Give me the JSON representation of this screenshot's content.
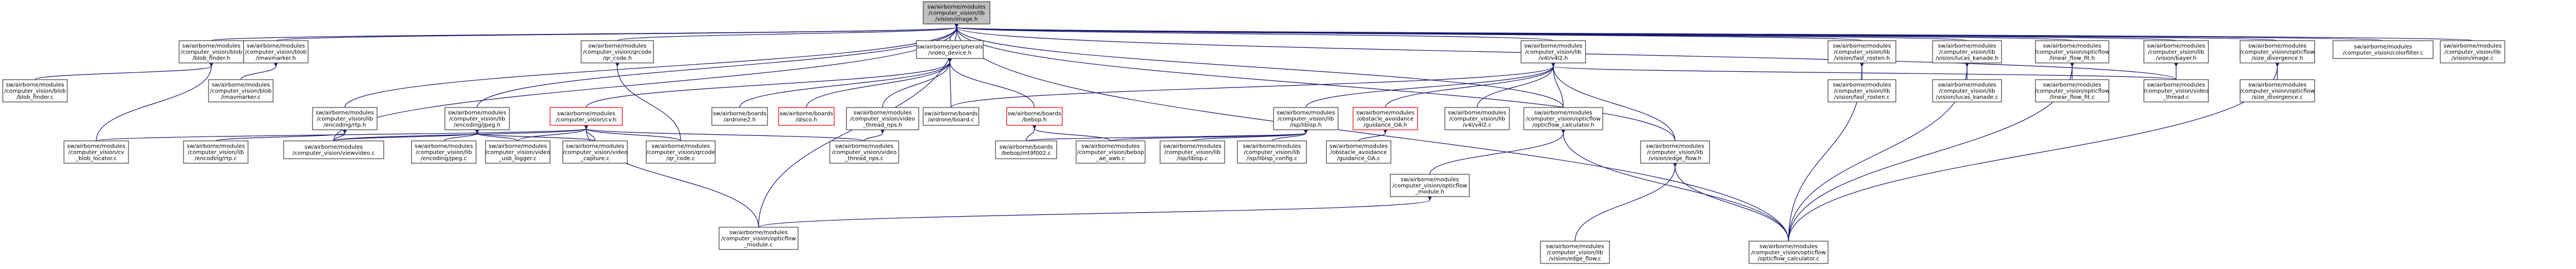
{
  "graph": {
    "nodes": [
      {
        "id": "root",
        "lines": [
          "sw/airborne/modules",
          "/computer_vision/lib",
          "/vision/image.h"
        ],
        "style": "root"
      },
      {
        "id": "blob_finder_h",
        "lines": [
          "sw/airborne/modules",
          "/computer_vision/blob",
          "/blob_finder.h"
        ]
      },
      {
        "id": "imavmarker_h",
        "lines": [
          "sw/airborne/modules",
          "/computer_vision/blob",
          "/imavmarker.h"
        ]
      },
      {
        "id": "qr_code_h",
        "lines": [
          "sw/airborne/modules",
          "/computer_vision/qrcode",
          "/qr_code.h"
        ]
      },
      {
        "id": "video_device_h",
        "lines": [
          "sw/airborne/peripherals",
          "/video_device.h"
        ]
      },
      {
        "id": "v4l2_h",
        "lines": [
          "sw/airborne/modules",
          "/computer_vision/lib",
          "/v4l/v4l2.h"
        ]
      },
      {
        "id": "fast_rosten_h",
        "lines": [
          "sw/airborne/modules",
          "/computer_vision/lib",
          "/vision/fast_rosten.h"
        ]
      },
      {
        "id": "lucas_kanade_h",
        "lines": [
          "sw/airborne/modules",
          "/computer_vision/lib",
          "/vision/lucas_kanade.h"
        ]
      },
      {
        "id": "linear_flow_fit_h",
        "lines": [
          "sw/airborne/modules",
          "/computer_vision/opticflow",
          "/linear_flow_fit.h"
        ]
      },
      {
        "id": "bayer_h",
        "lines": [
          "sw/airborne/modules",
          "/computer_vision/lib",
          "/vision/bayer.h"
        ]
      },
      {
        "id": "size_divergence_h",
        "lines": [
          "sw/airborne/modules",
          "/computer_vision/opticflow",
          "/size_divergence.h"
        ]
      },
      {
        "id": "colorfilter_c",
        "lines": [
          "sw/airborne/modules",
          "/computer_vision/colorfilter.c"
        ]
      },
      {
        "id": "image_c",
        "lines": [
          "sw/airborne/modules",
          "/computer_vision/lib",
          "/vision/image.c"
        ]
      },
      {
        "id": "blob_finder_c",
        "lines": [
          "sw/airborne/modules",
          "/computer_vision/blob",
          "/blob_finder.c"
        ]
      },
      {
        "id": "imavmarker_c",
        "lines": [
          "sw/airborne/modules",
          "/computer_vision/blob",
          "/imavmarker.c"
        ]
      },
      {
        "id": "rtp_h",
        "lines": [
          "sw/airborne/modules",
          "/computer_vision/lib",
          "/encoding/rtp.h"
        ]
      },
      {
        "id": "jpeg_h",
        "lines": [
          "sw/airborne/modules",
          "/computer_vision/lib",
          "/encoding/jpeg.h"
        ]
      },
      {
        "id": "cv_h",
        "lines": [
          "sw/airborne/modules",
          "/computer_vision/cv.h"
        ],
        "style": "red"
      },
      {
        "id": "ardrone2_h",
        "lines": [
          "sw/airborne/boards",
          "/ardrone2.h"
        ]
      },
      {
        "id": "disco_h",
        "lines": [
          "sw/airborne/boards",
          "/disco.h"
        ],
        "style": "red"
      },
      {
        "id": "video_thread_nps_h",
        "lines": [
          "sw/airborne/modules",
          "/computer_vision/video",
          "_thread_nps.h"
        ]
      },
      {
        "id": "board_h",
        "lines": [
          "sw/airborne/boards",
          "/ardrone/board.c"
        ]
      },
      {
        "id": "bebop_h",
        "lines": [
          "sw/airborne/boards",
          "/bebop.h"
        ],
        "style": "red"
      },
      {
        "id": "isp_h",
        "lines": [
          "sw/airborne/modules",
          "/computer_vision/lib",
          "/isp/libisp.h"
        ]
      },
      {
        "id": "obstacle_h",
        "lines": [
          "sw/airborne/modules",
          "/obstacle_avoidance",
          "/guidance_OA.h"
        ],
        "style": "red"
      },
      {
        "id": "v4l2_c",
        "lines": [
          "sw/airborne/modules",
          "/computer_vision/lib",
          "/v4l/v4l2.c"
        ]
      },
      {
        "id": "opticflow_calc_h",
        "lines": [
          "sw/airborne/modules",
          "/computer_vision/opticflow",
          "/opticflow_calculator.h"
        ]
      },
      {
        "id": "fast_rosten_c",
        "lines": [
          "sw/airborne/modules",
          "/computer_vision/lib",
          "/vision/fast_rosten.c"
        ]
      },
      {
        "id": "lucas_kanade_c",
        "lines": [
          "sw/airborne/modules",
          "/computer_vision/lib",
          "/vision/lucas_kanade.c"
        ]
      },
      {
        "id": "linear_flow_fit_c",
        "lines": [
          "sw/airborne/modules",
          "/computer_vision/opticflow",
          "/linear_flow_fit.c"
        ]
      },
      {
        "id": "video_thread_c",
        "lines": [
          "sw/airborne/modules",
          "/computer_vision/video",
          "_thread.c"
        ]
      },
      {
        "id": "size_divergence_c",
        "lines": [
          "sw/airborne/modules",
          "/computer_vision/opticflow",
          "/size_divergence.c"
        ]
      },
      {
        "id": "cv_blob_locator_c",
        "lines": [
          "sw/airborne/modules",
          "/computer_vision/cv",
          "_blob_locator.c"
        ]
      },
      {
        "id": "rtp_c",
        "lines": [
          "sw/airborne/modules",
          "/computer_vision/lib",
          "/encoding/rtp.c"
        ]
      },
      {
        "id": "viewvideo_c",
        "lines": [
          "sw/airborne/modules",
          "/computer_vision/viewvideo.c"
        ]
      },
      {
        "id": "jpeg_c",
        "lines": [
          "sw/airborne/modules",
          "/computer_vision/lib",
          "/encoding/jpeg.c"
        ]
      },
      {
        "id": "video_usb_logger_c",
        "lines": [
          "sw/airborne/modules",
          "/computer_vision/video",
          "_usb_logger.c"
        ]
      },
      {
        "id": "video_capture_c",
        "lines": [
          "sw/airborne/modules",
          "/computer_vision/video",
          "_capture.c"
        ]
      },
      {
        "id": "qr_code_c",
        "lines": [
          "sw/airborne/modules",
          "/computer_vision/qrcode",
          "/qr_code.c"
        ]
      },
      {
        "id": "video_thread_nps_c",
        "lines": [
          "sw/airborne/modules",
          "/computer_vision/video",
          "_thread_nps.c"
        ]
      },
      {
        "id": "mt9f002_c",
        "lines": [
          "sw/airborne/boards",
          "/bebop/mt9f002.c"
        ]
      },
      {
        "id": "ae_awb_c",
        "lines": [
          "sw/airborne/modules",
          "/computer_vision/bebop",
          "_ae_awb.c"
        ]
      },
      {
        "id": "libisp_c",
        "lines": [
          "sw/airborne/modules",
          "/computer_vision/lib",
          "/isp/libisp.c"
        ]
      },
      {
        "id": "libisp_config_c",
        "lines": [
          "sw/airborne/modules",
          "/computer_vision/lib",
          "/isp/libisp_config.c"
        ]
      },
      {
        "id": "guidance_oa_c",
        "lines": [
          "sw/airborne/modules",
          "/obstacle_avoidance",
          "/guidance_OA.c"
        ]
      },
      {
        "id": "opticflow_module_h",
        "lines": [
          "sw/airborne/modules",
          "/computer_vision/opticflow",
          "_module.h"
        ]
      },
      {
        "id": "edge_flow_h",
        "lines": [
          "sw/airborne/modules",
          "/computer_vision/lib",
          "/vision/edge_flow.h"
        ]
      },
      {
        "id": "opticflow_module_c",
        "lines": [
          "sw/airborne/modules",
          "/computer_vision/opticflow",
          "_module.c"
        ]
      },
      {
        "id": "edge_flow_c",
        "lines": [
          "sw/airborne/modules",
          "/computer_vision/lib",
          "/vision/edge_flow.c"
        ]
      },
      {
        "id": "opticflow_calc_c",
        "lines": [
          "sw/airborne/modules",
          "/computer_vision/opticflow",
          "/opticflow_calculator.c"
        ]
      }
    ],
    "edges": [
      [
        "blob_finder_h",
        "root"
      ],
      [
        "imavmarker_h",
        "root"
      ],
      [
        "qr_code_h",
        "root"
      ],
      [
        "video_device_h",
        "root"
      ],
      [
        "v4l2_h",
        "root"
      ],
      [
        "fast_rosten_h",
        "root"
      ],
      [
        "lucas_kanade_h",
        "root"
      ],
      [
        "linear_flow_fit_h",
        "root"
      ],
      [
        "bayer_h",
        "root"
      ],
      [
        "size_divergence_h",
        "root"
      ],
      [
        "colorfilter_c",
        "root"
      ],
      [
        "image_c",
        "root"
      ],
      [
        "rtp_h",
        "root"
      ],
      [
        "jpeg_h",
        "root"
      ],
      [
        "opticflow_calc_h",
        "root"
      ],
      [
        "edge_flow_h",
        "root"
      ],
      [
        "video_thread_c",
        "root"
      ],
      [
        "opticflow_module_c",
        "root"
      ],
      [
        "opticflow_calc_c",
        "root"
      ],
      [
        "viewvideo_c",
        "root"
      ],
      [
        "blob_finder_c",
        "blob_finder_h"
      ],
      [
        "cv_blob_locator_c",
        "blob_finder_h"
      ],
      [
        "imavmarker_c",
        "imavmarker_h"
      ],
      [
        "qr_code_c",
        "qr_code_h"
      ],
      [
        "cv_h",
        "video_device_h"
      ],
      [
        "ardrone2_h",
        "video_device_h"
      ],
      [
        "disco_h",
        "video_device_h"
      ],
      [
        "video_thread_nps_h",
        "video_device_h"
      ],
      [
        "board_h",
        "video_device_h"
      ],
      [
        "bebop_h",
        "video_device_h"
      ],
      [
        "isp_h",
        "v4l2_h"
      ],
      [
        "obstacle_h",
        "v4l2_h"
      ],
      [
        "v4l2_c",
        "v4l2_h"
      ],
      [
        "opticflow_calc_h",
        "v4l2_h"
      ],
      [
        "board_h",
        "v4l2_h"
      ],
      [
        "video_thread_c",
        "v4l2_h"
      ],
      [
        "edge_flow_h",
        "v4l2_h"
      ],
      [
        "fast_rosten_c",
        "fast_rosten_h"
      ],
      [
        "opticflow_calc_c",
        "fast_rosten_h"
      ],
      [
        "lucas_kanade_c",
        "lucas_kanade_h"
      ],
      [
        "opticflow_calc_c",
        "lucas_kanade_h"
      ],
      [
        "linear_flow_fit_c",
        "linear_flow_fit_h"
      ],
      [
        "opticflow_calc_c",
        "linear_flow_fit_h"
      ],
      [
        "video_thread_c",
        "bayer_h"
      ],
      [
        "size_divergence_c",
        "size_divergence_h"
      ],
      [
        "opticflow_calc_c",
        "size_divergence_h"
      ],
      [
        "rtp_c",
        "rtp_h"
      ],
      [
        "viewvideo_c",
        "rtp_h"
      ],
      [
        "jpeg_c",
        "jpeg_h"
      ],
      [
        "viewvideo_c",
        "jpeg_h"
      ],
      [
        "video_usb_logger_c",
        "jpeg_h"
      ],
      [
        "video_capture_c",
        "jpeg_h"
      ],
      [
        "cv_blob_locator_c",
        "cv_h"
      ],
      [
        "viewvideo_c",
        "cv_h"
      ],
      [
        "video_usb_logger_c",
        "cv_h"
      ],
      [
        "video_capture_c",
        "cv_h"
      ],
      [
        "qr_code_c",
        "cv_h"
      ],
      [
        "video_thread_nps_c",
        "cv_h"
      ],
      [
        "opticflow_module_c",
        "cv_h"
      ],
      [
        "video_thread_nps_c",
        "video_thread_nps_h"
      ],
      [
        "mt9f002_c",
        "bebop_h"
      ],
      [
        "ae_awb_c",
        "bebop_h"
      ],
      [
        "mt9f002_c",
        "isp_h"
      ],
      [
        "ae_awb_c",
        "isp_h"
      ],
      [
        "libisp_c",
        "isp_h"
      ],
      [
        "libisp_config_c",
        "isp_h"
      ],
      [
        "guidance_oa_c",
        "obstacle_h"
      ],
      [
        "opticflow_module_h",
        "opticflow_calc_h"
      ],
      [
        "opticflow_calc_c",
        "opticflow_calc_h"
      ],
      [
        "opticflow_module_c",
        "opticflow_module_h"
      ],
      [
        "edge_flow_c",
        "edge_flow_h"
      ],
      [
        "opticflow_calc_c",
        "edge_flow_h"
      ]
    ]
  }
}
